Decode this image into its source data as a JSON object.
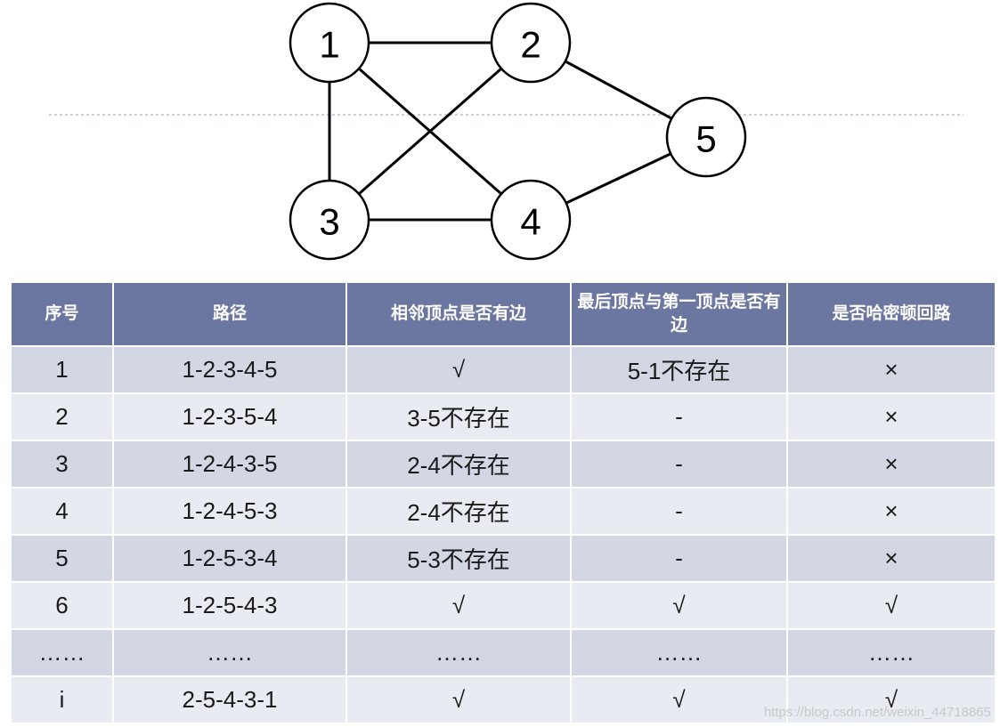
{
  "graph": {
    "nodes": [
      {
        "id": "1",
        "label": "1"
      },
      {
        "id": "2",
        "label": "2"
      },
      {
        "id": "3",
        "label": "3"
      },
      {
        "id": "4",
        "label": "4"
      },
      {
        "id": "5",
        "label": "5"
      }
    ],
    "edges": [
      [
        "1",
        "2"
      ],
      [
        "1",
        "3"
      ],
      [
        "1",
        "4"
      ],
      [
        "2",
        "3"
      ],
      [
        "2",
        "5"
      ],
      [
        "3",
        "4"
      ],
      [
        "4",
        "5"
      ]
    ]
  },
  "table": {
    "headers": [
      "序号",
      "路径",
      "相邻顶点是否有边",
      "最后顶点与第一顶点是否有边",
      "是否哈密顿回路"
    ],
    "rows": [
      [
        "1",
        "1-2-3-4-5",
        "√",
        "5-1不存在",
        "×"
      ],
      [
        "2",
        "1-2-3-5-4",
        "3-5不存在",
        "-",
        "×"
      ],
      [
        "3",
        "1-2-4-3-5",
        "2-4不存在",
        "-",
        "×"
      ],
      [
        "4",
        "1-2-4-5-3",
        "2-4不存在",
        "-",
        "×"
      ],
      [
        "5",
        "1-2-5-3-4",
        "5-3不存在",
        "-",
        "×"
      ],
      [
        "6",
        "1-2-5-4-3",
        "√",
        "√",
        "√"
      ],
      [
        "……",
        "……",
        "……",
        "……",
        "……"
      ],
      [
        "i",
        "2-5-4-3-1",
        "√",
        "√",
        "√"
      ]
    ]
  },
  "watermark": "https://blog.csdn.net/weixin_44718865"
}
